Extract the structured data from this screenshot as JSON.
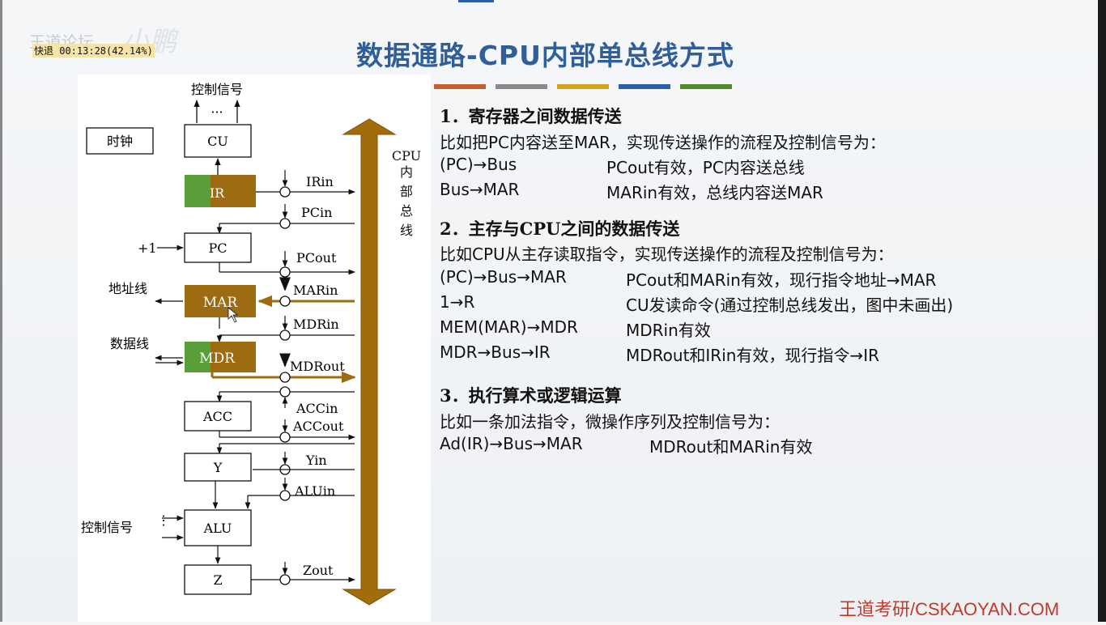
{
  "title": "数据通路-CPU内部单总线方式",
  "watermark": "王道论坛",
  "player_status": "快退 00:13:28(42.14%)",
  "color_bars": [
    "#c5602a",
    "#8a8a8a",
    "#d7a21c",
    "#2a5fa9",
    "#4f8b2c"
  ],
  "diagram": {
    "top_signal": "控制信号",
    "ellipsis": "···",
    "clock": "时钟",
    "bus_label": [
      "CPU",
      "内",
      "部",
      "总",
      "线"
    ],
    "registers": {
      "cu": "CU",
      "ir": "IR",
      "pc": "PC",
      "mar": "MAR",
      "mdr": "MDR",
      "acc": "ACC",
      "y": "Y",
      "alu": "ALU",
      "z": "Z"
    },
    "plus_one": "+1",
    "address_line": "地址线",
    "data_line": "数据线",
    "alu_signal": "控制信号",
    "signals": {
      "irin": "IRin",
      "pcin": "PCin",
      "pcout": "PCout",
      "marin": "MARin",
      "mdrin": "MDRin",
      "mdrout": "MDRout",
      "accin": "ACCin",
      "accout": "ACCout",
      "yin": "Yin",
      "aluin": "ALUin",
      "zout": "Zout"
    }
  },
  "sections": {
    "s1": {
      "heading": "1．寄存器之间数据传送",
      "desc": "比如把PC内容送至MAR，实现传送操作的流程及控制信号为：",
      "rows": [
        {
          "op": "(PC)→Bus",
          "sig": "PCout有效，PC内容送总线"
        },
        {
          "op": "Bus→MAR",
          "sig": "MARin有效，总线内容送MAR"
        }
      ]
    },
    "s2": {
      "heading": "2．主存与CPU之间的数据传送",
      "desc": "比如CPU从主存读取指令，实现传送操作的流程及控制信号为：",
      "rows": [
        {
          "op": "(PC)→Bus→MAR",
          "sig": "PCout和MARin有效，现行指令地址→MAR"
        },
        {
          "op": "1→R",
          "sig": "CU发读命令(通过控制总线发出，图中未画出)"
        },
        {
          "op": "MEM(MAR)→MDR",
          "sig": "MDRin有效"
        },
        {
          "op": "MDR→Bus→IR",
          "sig": "MDRout和IRin有效，现行指令→IR"
        }
      ]
    },
    "s3": {
      "heading": "3．执行算术或逻辑运算",
      "desc": "比如一条加法指令，微操作序列及控制信号为：",
      "rows": [
        {
          "op": "Ad(IR)→Bus→MAR",
          "sig": "MDRout和MARin有效"
        }
      ]
    }
  },
  "footer": "王道考研/CSKAOYAN.COM",
  "colors": {
    "title": "#2f5e99",
    "bus": "#a26c0a",
    "green": "#5a9e3a",
    "highlight": "#9c6b12",
    "red": "#e02020"
  }
}
